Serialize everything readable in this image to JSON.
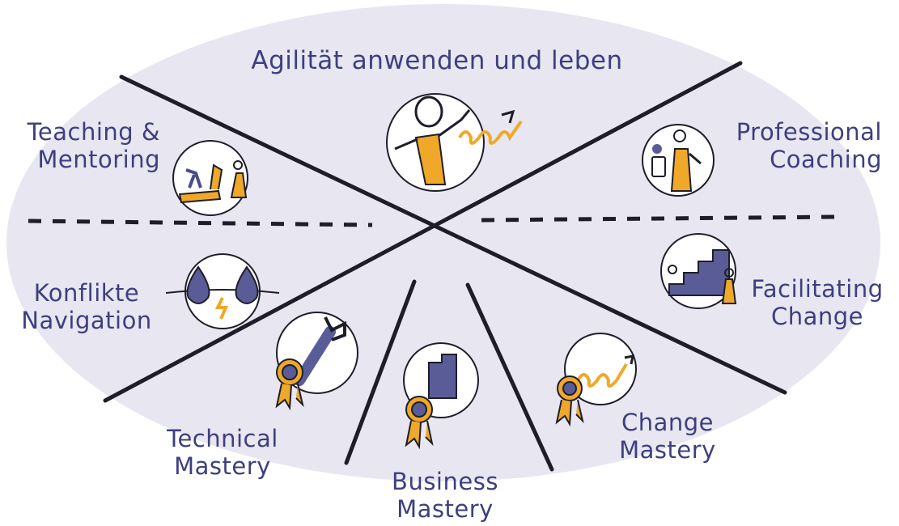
{
  "title": "Agilität anwenden und leben",
  "colors": {
    "ellipse": "#e8e6f0",
    "ink": "#1e1e2a",
    "text": "#3d3f80",
    "accent": "#f0a829",
    "icon_fill": "#5a5c98"
  },
  "segments": [
    {
      "id": "teaching",
      "lines": [
        "Teaching &",
        "Mentoring"
      ],
      "icon": "teaching-icon"
    },
    {
      "id": "coaching",
      "lines": [
        "Professional",
        "Coaching"
      ],
      "icon": "coach-icon"
    },
    {
      "id": "konflikte",
      "lines": [
        "Konflikte",
        "Navigation"
      ],
      "icon": "conflict-drops-icon"
    },
    {
      "id": "facilitating",
      "lines": [
        "Facilitating",
        "Change"
      ],
      "icon": "stairs-icon"
    },
    {
      "id": "technical",
      "lines": [
        "Technical",
        "Mastery"
      ],
      "icon": "wrench-rosette-icon"
    },
    {
      "id": "business",
      "lines": [
        "Business",
        "Mastery"
      ],
      "icon": "building-rosette-icon"
    },
    {
      "id": "change",
      "lines": [
        "Change",
        "Mastery"
      ],
      "icon": "spiral-rosette-icon"
    }
  ],
  "center_icon": "agile-person-icon"
}
